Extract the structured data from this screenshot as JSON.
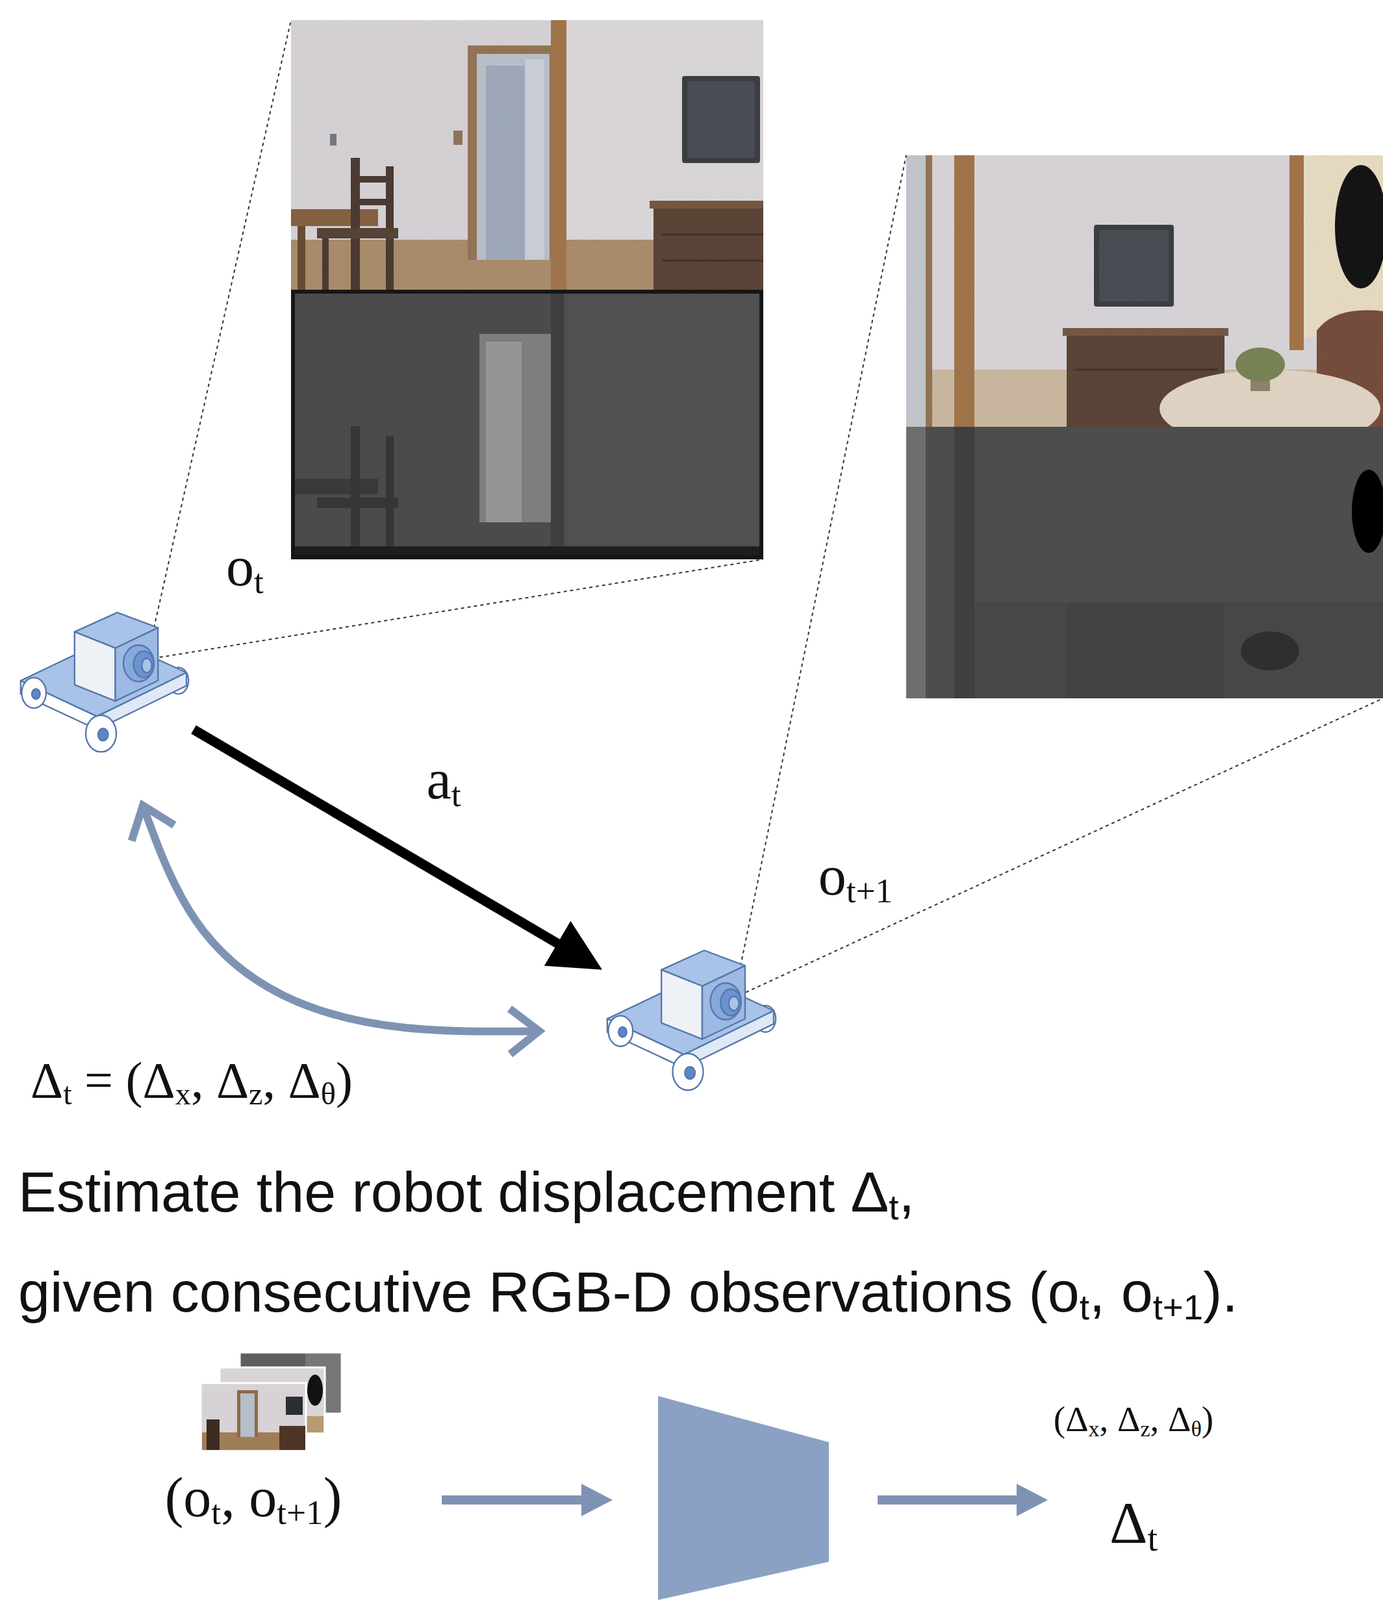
{
  "diagram": {
    "caption": "Estimate the robot displacement Δt, given consecutive RGB-D observations (ot, ot+1).",
    "nodes": [
      {
        "text": [
          "ot"
        ]
      },
      {
        "text": [
          "ot+1"
        ]
      },
      {
        "text": [
          "(ot, ot+1)"
        ]
      },
      {
        "text": [
          "(Δx, Δz, Δθ)",
          "Δt"
        ]
      }
    ],
    "edges": [
      {
        "from": 0,
        "to": 1,
        "arrow": "to",
        "label": "at"
      },
      {
        "from": 0,
        "to": 1,
        "arrow": "both",
        "label": "Δt = (Δx, Δz, Δθ)"
      }
    ]
  }
}
